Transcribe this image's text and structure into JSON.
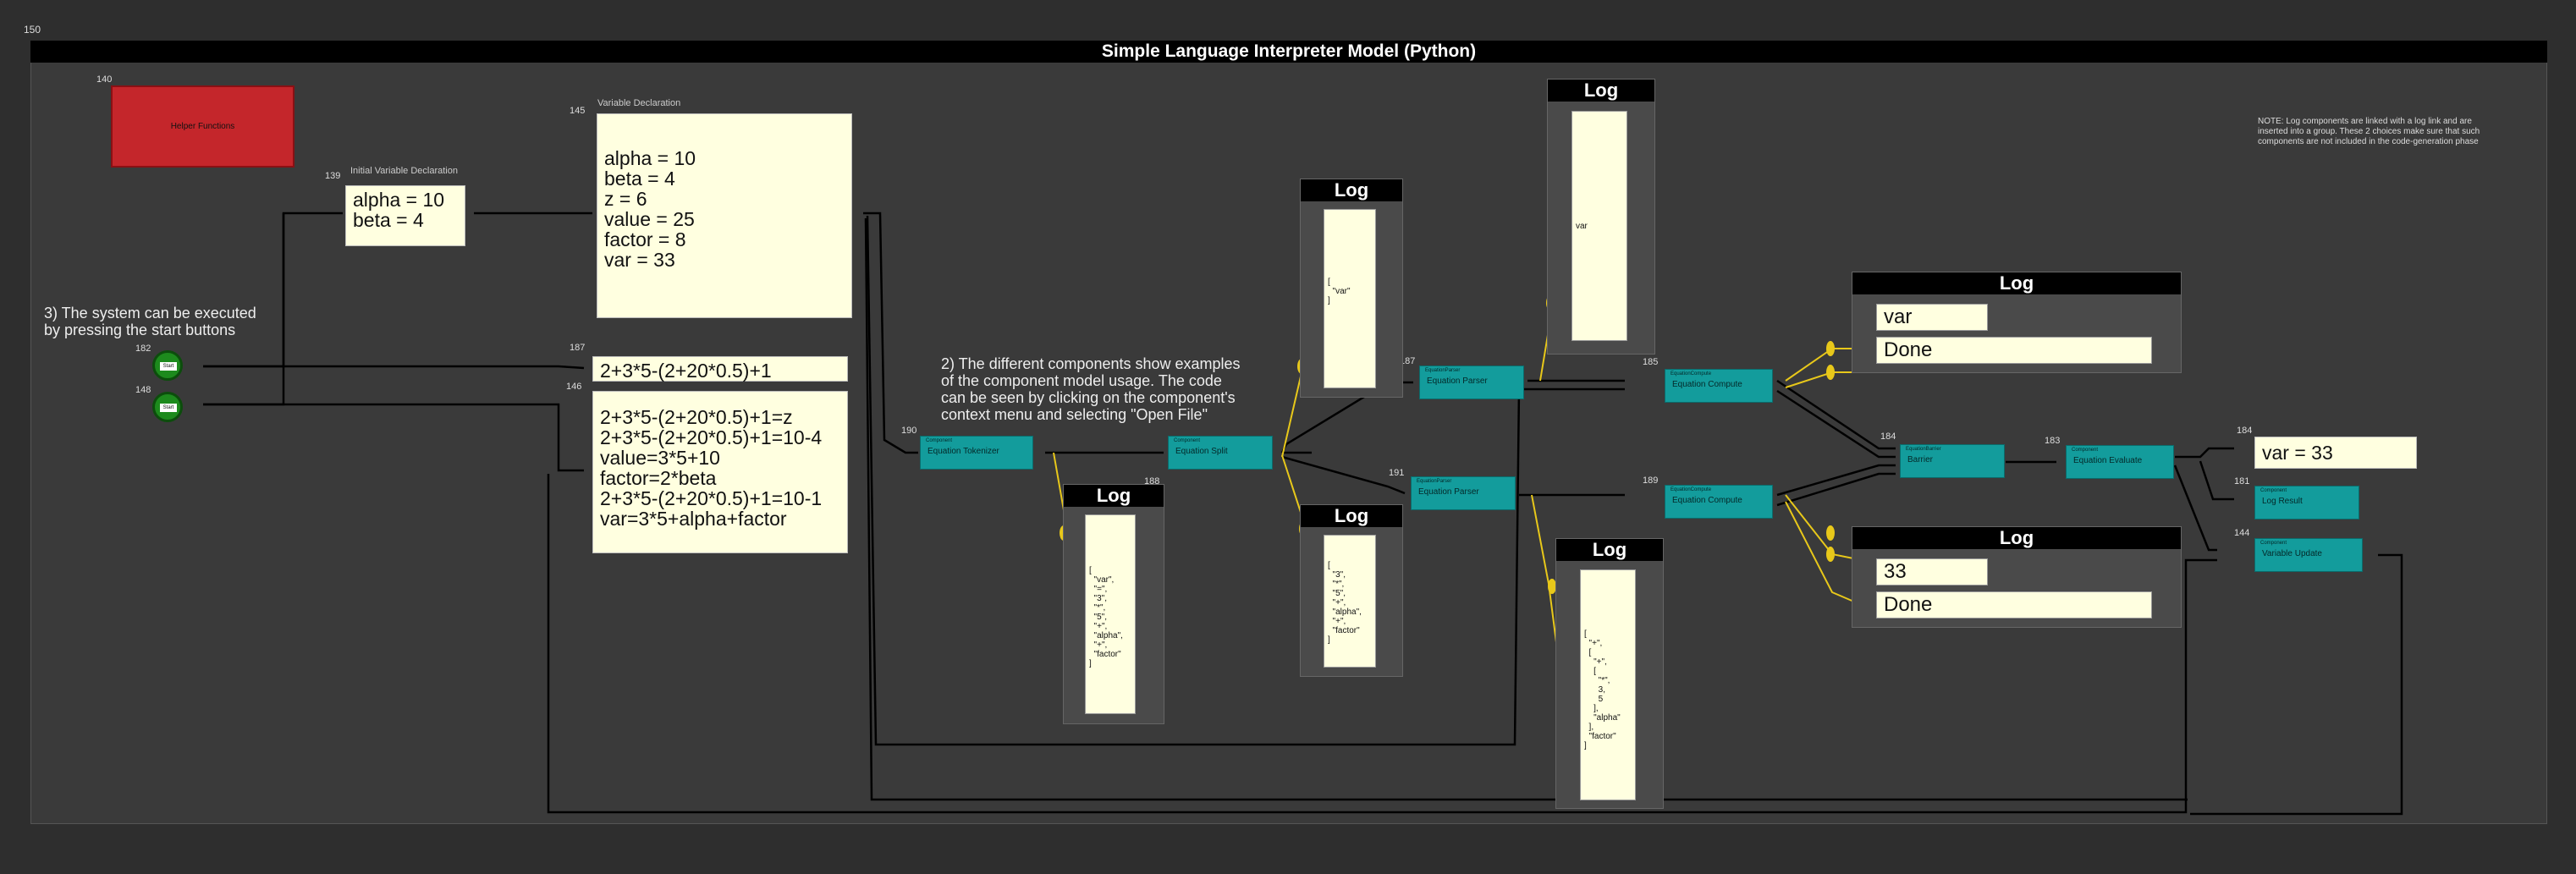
{
  "page_id": "150",
  "title": "Simple Language Interpreter Model (Python)",
  "helper": {
    "id": "140",
    "label": "Helper Functions"
  },
  "initial_decl": {
    "id": "139",
    "caption": "Initial Variable Declaration",
    "text": "alpha = 10\nbeta = 4"
  },
  "var_decl": {
    "id": "145",
    "caption": "Variable Declaration",
    "text": "alpha = 10\nbeta = 4\nz = 6\nvalue = 25\nfactor = 8\nvar = 33"
  },
  "eq_line": {
    "id": "187",
    "text": "2+3*5-(2+20*0.5)+1"
  },
  "eq_block": {
    "id": "146",
    "text": "2+3*5-(2+20*0.5)+1=z\n2+3*5-(2+20*0.5)+1=10-4\nvalue=3*5+10\nfactor=2*beta\n2+3*5-(2+20*0.5)+1=10-1\nvar=3*5+alpha+factor"
  },
  "note3": "3) The system can be executed\nby pressing the start buttons",
  "note2": "2) The different components show examples\nof the component model usage. The code\ncan be seen by clicking on the component's\ncontext menu and selecting \"Open File\"",
  "note_log": "NOTE: Log components are linked with a log link and are inserted into a group. These 2 choices make sure that such components are not included in the code-generation phase",
  "starts": [
    {
      "id": "182",
      "label": "Start"
    },
    {
      "id": "148",
      "label": "Start"
    }
  ],
  "components": {
    "tokenizer": {
      "id": "190",
      "label": "Equation Tokenizer"
    },
    "split": {
      "id": "188",
      "label": "Equation Split"
    },
    "parser1": {
      "id": "187",
      "label": "Equation Parser"
    },
    "parser2": {
      "id": "191",
      "label": "Equation Parser"
    },
    "compute1": {
      "id": "185",
      "label": "Equation Compute"
    },
    "compute2": {
      "id": "189",
      "label": "Equation Compute"
    },
    "barrier": {
      "id": "184",
      "label": "Barrier"
    },
    "evaluate": {
      "id": "183",
      "label": "Equation Evaluate"
    },
    "log_result": {
      "id": "181",
      "label": "Log Result"
    },
    "var_update": {
      "id": "144",
      "label": "Variable Update"
    }
  },
  "result": {
    "id": "184",
    "text": "var = 33"
  },
  "logs": {
    "title": "Log",
    "tokens": "[\n  \"var\",\n  \"=\",\n  \"3\",\n  \"*\",\n  \"5\",\n  \"+\",\n  \"alpha\",\n  \"+\",\n  \"factor\"\n]",
    "split_left": "[\n  \"var\"\n]",
    "split_right": "[\n  \"3\",\n  \"*\",\n  \"5\",\n  \"+\",\n  \"alpha\",\n  \"+\",\n  \"factor\"\n]",
    "parse_left": "var",
    "parse_right": "[\n  \"+\",\n  [\n    \"+\",\n    [\n      \"*\",\n      3,\n      5\n    ],\n    \"alpha\"\n  ],\n  \"factor\"\n]",
    "compute1_a": "var",
    "compute1_b": "Done",
    "compute2_a": "33",
    "compute2_b": "Done"
  }
}
